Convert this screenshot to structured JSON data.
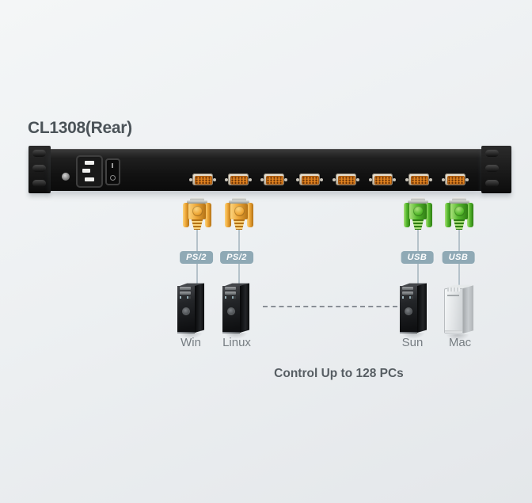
{
  "title": "CL1308(Rear)",
  "caption": "Control Up to 128 PCs",
  "device": {
    "model": "CL1308",
    "view": "Rear",
    "vga_port_count": 8
  },
  "connections": [
    {
      "interface": "PS/2",
      "computer": "Win"
    },
    {
      "interface": "PS/2",
      "computer": "Linux"
    },
    {
      "interface": "USB",
      "computer": "Sun"
    },
    {
      "interface": "USB",
      "computer": "Mac"
    }
  ],
  "colors": {
    "background_top": "#f4f6f7",
    "background_bottom": "#e4e7ea",
    "badge_bg": "#8fa9b5",
    "ps2_connector": "#eea737",
    "usb_connector": "#55b92d",
    "title_text": "#4b5358",
    "caption_text": "#575e63",
    "label_text": "#767d82"
  }
}
